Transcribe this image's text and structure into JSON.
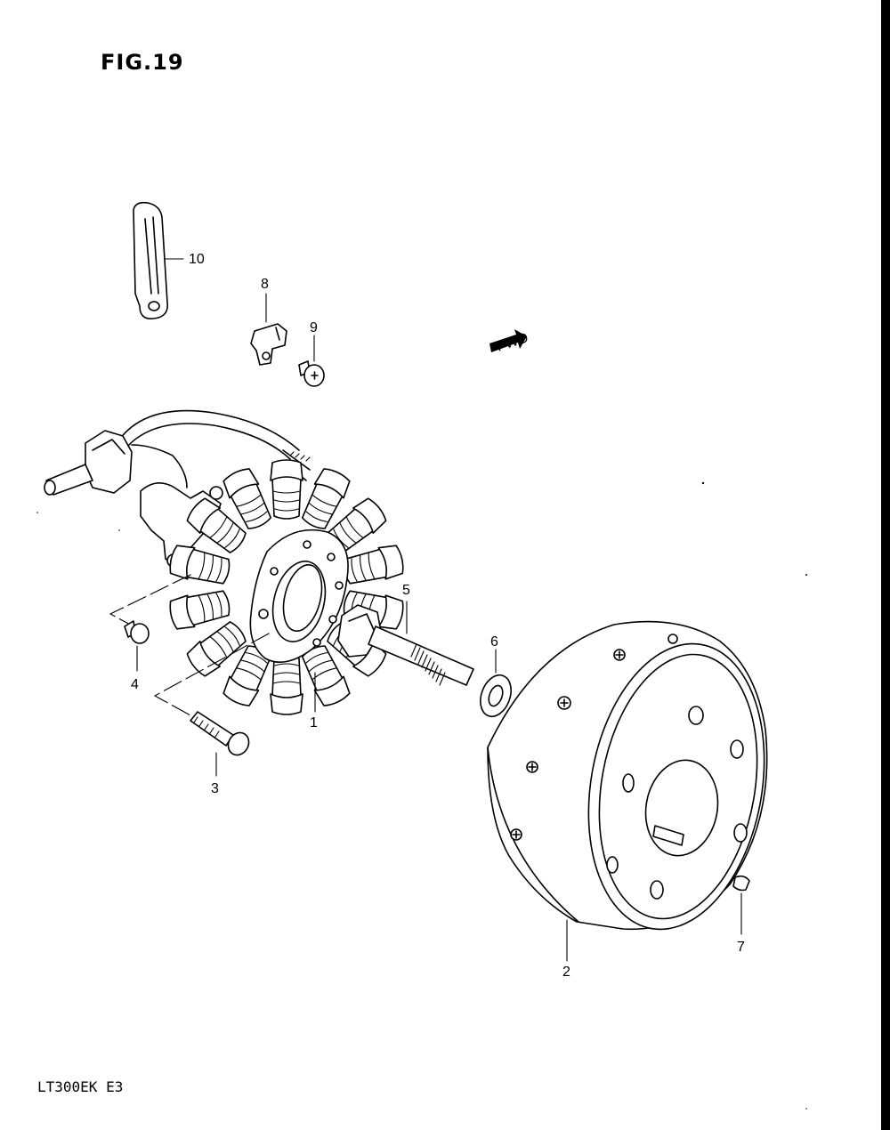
{
  "figure": {
    "title": "FIG.19",
    "model_code": "LT300EK  E3",
    "fwd_label": "FWD"
  },
  "callouts": [
    {
      "number": "1",
      "part": "stator-coil"
    },
    {
      "number": "2",
      "part": "flywheel-rotor"
    },
    {
      "number": "3",
      "part": "stator-screw"
    },
    {
      "number": "4",
      "part": "lead-wire-screw"
    },
    {
      "number": "5",
      "part": "rotor-bolt"
    },
    {
      "number": "6",
      "part": "washer"
    },
    {
      "number": "7",
      "part": "woodruff-key"
    },
    {
      "number": "8",
      "part": "wire-clamp"
    },
    {
      "number": "9",
      "part": "clamp-screw"
    },
    {
      "number": "10",
      "part": "wire-holder-strap"
    }
  ],
  "colors": {
    "line": "#000000",
    "background": "#ffffff"
  }
}
